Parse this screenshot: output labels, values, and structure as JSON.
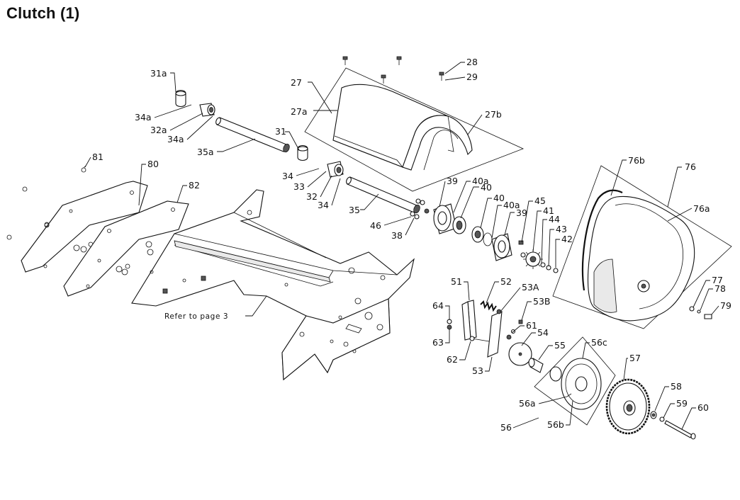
{
  "title": "Clutch (1)",
  "note": "Refer to page 3",
  "callouts": [
    "27",
    "27a",
    "27b",
    "28",
    "29",
    "31a",
    "34a",
    "32a",
    "34a",
    "35a",
    "31",
    "34",
    "33",
    "32",
    "34",
    "35",
    "39",
    "40a",
    "40",
    "40",
    "40a",
    "39",
    "46",
    "38",
    "45",
    "41",
    "44",
    "43",
    "42",
    "76b",
    "76",
    "76a",
    "77",
    "78",
    "79",
    "81",
    "80",
    "82",
    "51",
    "52",
    "53A",
    "53B",
    "64",
    "61",
    "54",
    "63",
    "62",
    "53",
    "55",
    "56c",
    "57",
    "56a",
    "56",
    "56b",
    "58",
    "59",
    "60"
  ]
}
